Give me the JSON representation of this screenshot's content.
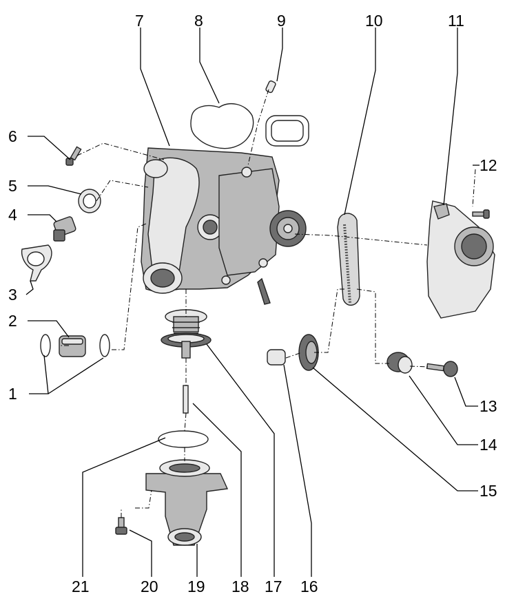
{
  "callouts": [
    {
      "id": "1",
      "label": "1"
    },
    {
      "id": "2",
      "label": "2"
    },
    {
      "id": "3",
      "label": "3"
    },
    {
      "id": "4",
      "label": "4"
    },
    {
      "id": "5",
      "label": "5"
    },
    {
      "id": "6",
      "label": "6"
    },
    {
      "id": "7",
      "label": "7"
    },
    {
      "id": "8",
      "label": "8"
    },
    {
      "id": "9",
      "label": "9"
    },
    {
      "id": "10",
      "label": "10"
    },
    {
      "id": "11",
      "label": "11"
    },
    {
      "id": "12",
      "label": "12"
    },
    {
      "id": "13",
      "label": "13"
    },
    {
      "id": "14",
      "label": "14"
    },
    {
      "id": "15",
      "label": "15"
    },
    {
      "id": "16",
      "label": "16"
    },
    {
      "id": "17",
      "label": "17"
    },
    {
      "id": "18",
      "label": "18"
    },
    {
      "id": "19",
      "label": "19"
    },
    {
      "id": "20",
      "label": "20"
    },
    {
      "id": "21",
      "label": "21"
    }
  ],
  "colors": {
    "ink": "#000000",
    "part_light": "#e8e8e8",
    "part_mid": "#b9b9b9",
    "part_dark": "#6e6e6e"
  }
}
